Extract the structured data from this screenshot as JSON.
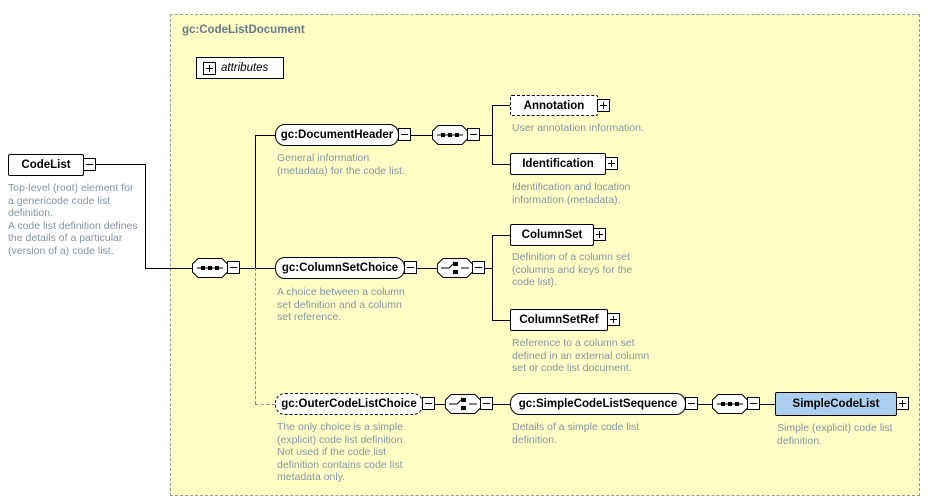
{
  "diagram": {
    "container": {
      "label": "gc:CodeListDocument"
    },
    "codelist": {
      "label": "CodeList",
      "description": "Top-level (root) element for\na genericode code list\ndefinition.\nA code list definition defines\nthe details of a particular\n(version of a) code list."
    },
    "attributes": {
      "label": "attributes"
    },
    "document_header": {
      "label": "gc:DocumentHeader",
      "description": "General information\n(metadata) for the code list."
    },
    "annotation": {
      "label": "Annotation",
      "description": "User annotation information."
    },
    "identification": {
      "label": "Identification",
      "description": "Identification and location\ninformation (metadata)."
    },
    "column_set_choice": {
      "label": "gc:ColumnSetChoice",
      "description": "A choice between a column\nset definition and a column\nset reference."
    },
    "column_set": {
      "label": "ColumnSet",
      "description": "Definition of a column set\n(columns and keys for the\ncode list)."
    },
    "column_set_ref": {
      "label": "ColumnSetRef",
      "description": "Reference to a column set\ndefined in an external column\nset or code list document."
    },
    "outer_code_list_choice": {
      "label": "gc:OuterCodeListChoice",
      "description": "The only choice is a simple\n(explicit) code list definition.\nNot used if the code list\ndefinition contains code list\nmetadata only."
    },
    "simple_code_list_sequence": {
      "label": "gc:SimpleCodeListSequence",
      "description": "Details of a simple code list\ndefinition."
    },
    "simple_code_list": {
      "label": "SimpleCodeList",
      "description": "Simple (explicit) code list\ndefinition."
    }
  },
  "colors": {
    "container_bg": "#ffffc6",
    "container_border": "#9a9a9a",
    "annotation_text": "#8494a4",
    "highlight_bg": "#adcfef",
    "line": "#000000"
  }
}
